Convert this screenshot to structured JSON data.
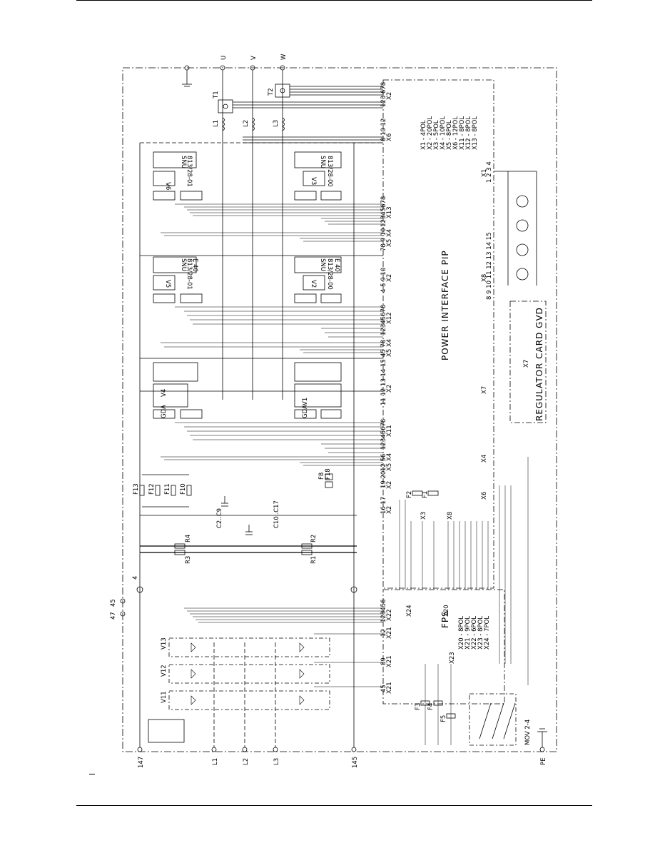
{
  "diagram": {
    "main_label": "POWER INTERFACE PIP",
    "regulator_label": "REGULATOR CARD GVD",
    "fps_label": "FPS",
    "terminals_top": [
      "U",
      "V",
      "W"
    ],
    "terminals_left": [
      "147",
      "L1",
      "L2",
      "L3",
      "145",
      "PE"
    ],
    "points_left": [
      "47",
      "45",
      "4"
    ],
    "modules": {
      "v6": "V6",
      "v5": "V5",
      "v4": "V4",
      "v3": "V3",
      "v2": "V2",
      "v1": "V1",
      "v4_prefix": "GDA",
      "v1_prefix": "GDA",
      "snu_a": "SNU",
      "snu_a_code": "813/28-01",
      "snu_b": "SNU",
      "snu_b_code": "813/28-00",
      "snu_c": "SNU",
      "snu_c_code": "813/28-01",
      "snu_c_extra": "E 40",
      "snu_d": "SNU",
      "snu_d_code": "813/28-00",
      "snu_d_extra": "E 40"
    },
    "transformers": [
      "T1",
      "T2"
    ],
    "reactors": [
      "L1",
      "L2",
      "L3"
    ],
    "thyristors": [
      "V11",
      "V12",
      "V13"
    ],
    "resistors": [
      "R3",
      "R4",
      "R1",
      "R2"
    ],
    "capacitors": [
      "C2..C9",
      "C10..C17"
    ],
    "fuses_left": [
      "F13",
      "F12",
      "F11",
      "F10"
    ],
    "fuses_mid": [
      "F8",
      "F18",
      "F1",
      "F2"
    ],
    "fuses_bottom": [
      "F3",
      "F4",
      "F5"
    ],
    "varistor": "MOV 2-4",
    "connector_legend_pip": [
      "X1 - 4POL",
      "X2 - 20POL",
      "X3 - 5POL",
      "X4 - 10POL",
      "X5 - 8POL",
      "X6 - 12POL",
      "X11 - 8POL",
      "X12 - 8POL",
      "X13 - 8POL"
    ],
    "connector_legend_fps": [
      "X20 - 8POL",
      "X21 - 9POL",
      "X22 - 6POL",
      "X23 - 8POL",
      "X24 - 7POL"
    ],
    "conn_right": [
      "X2",
      "X6",
      "X1",
      "X13",
      "X5",
      "X4",
      "X2",
      "X8",
      "X12",
      "X5",
      "X4",
      "X2",
      "X7",
      "X7",
      "X11",
      "X5",
      "X4",
      "X2",
      "X6",
      "X4",
      "X3",
      "X8",
      "X2"
    ],
    "conn_fps": [
      "X24",
      "X20",
      "X22",
      "X21",
      "X21",
      "X21",
      "X23"
    ],
    "pins": {
      "x2_top": "123 678",
      "x6_top": "8 10 12",
      "x1": "1 2 3 4",
      "x13": "12345678",
      "x5_x4_a": "78  9 10",
      "x2_a": "4 5  9 10",
      "x8": "8 9 10 11 12 13 14 15",
      "x12": "12345678",
      "x5_x4_b": "45  78",
      "x2_b": "11 12 13 14 15",
      "x11": "12345678",
      "x5_x4_c": "12  56",
      "x2_c": "19 20",
      "x2_d": "16 17",
      "fps_x22": "123456",
      "fps_x21a": "12",
      "fps_x21b": "89",
      "fps_x21c": "45"
    }
  }
}
